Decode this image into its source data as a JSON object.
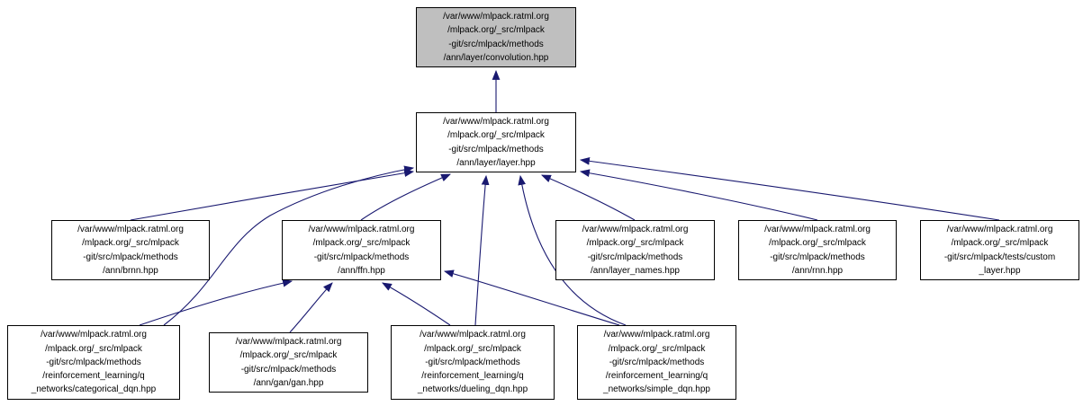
{
  "graph": {
    "type": "include-dependency-graph",
    "colors": {
      "edge": "#191970",
      "node_fill": "#ffffff",
      "root_fill": "#bfbfbf",
      "node_border": "#000000",
      "text": "#000000",
      "background": "#ffffff"
    },
    "nodes": [
      {
        "id": "convolution",
        "label": "/var/www/mlpack.ratml.org\n/mlpack.org/_src/mlpack\n-git/src/mlpack/methods\n/ann/layer/convolution.hpp"
      },
      {
        "id": "layer",
        "label": "/var/www/mlpack.ratml.org\n/mlpack.org/_src/mlpack\n-git/src/mlpack/methods\n/ann/layer/layer.hpp"
      },
      {
        "id": "brnn",
        "label": "/var/www/mlpack.ratml.org\n/mlpack.org/_src/mlpack\n-git/src/mlpack/methods\n/ann/brnn.hpp"
      },
      {
        "id": "ffn",
        "label": "/var/www/mlpack.ratml.org\n/mlpack.org/_src/mlpack\n-git/src/mlpack/methods\n/ann/ffn.hpp"
      },
      {
        "id": "layer_names",
        "label": "/var/www/mlpack.ratml.org\n/mlpack.org/_src/mlpack\n-git/src/mlpack/methods\n/ann/layer_names.hpp"
      },
      {
        "id": "rnn",
        "label": "/var/www/mlpack.ratml.org\n/mlpack.org/_src/mlpack\n-git/src/mlpack/methods\n/ann/rnn.hpp"
      },
      {
        "id": "custom_layer",
        "label": "/var/www/mlpack.ratml.org\n/mlpack.org/_src/mlpack\n-git/src/mlpack/tests/custom\n_layer.hpp"
      },
      {
        "id": "categorical_dqn",
        "label": "/var/www/mlpack.ratml.org\n/mlpack.org/_src/mlpack\n-git/src/mlpack/methods\n/reinforcement_learning/q\n_networks/categorical_dqn.hpp"
      },
      {
        "id": "gan",
        "label": "/var/www/mlpack.ratml.org\n/mlpack.org/_src/mlpack\n-git/src/mlpack/methods\n/ann/gan/gan.hpp"
      },
      {
        "id": "dueling_dqn",
        "label": "/var/www/mlpack.ratml.org\n/mlpack.org/_src/mlpack\n-git/src/mlpack/methods\n/reinforcement_learning/q\n_networks/dueling_dqn.hpp"
      },
      {
        "id": "simple_dqn",
        "label": "/var/www/mlpack.ratml.org\n/mlpack.org/_src/mlpack\n-git/src/mlpack/methods\n/reinforcement_learning/q\n_networks/simple_dqn.hpp"
      }
    ],
    "edges": [
      {
        "from": "layer",
        "to": "convolution"
      },
      {
        "from": "brnn",
        "to": "layer"
      },
      {
        "from": "ffn",
        "to": "layer"
      },
      {
        "from": "layer_names",
        "to": "layer"
      },
      {
        "from": "rnn",
        "to": "layer"
      },
      {
        "from": "custom_layer",
        "to": "layer"
      },
      {
        "from": "categorical_dqn",
        "to": "layer"
      },
      {
        "from": "dueling_dqn",
        "to": "layer"
      },
      {
        "from": "simple_dqn",
        "to": "layer"
      },
      {
        "from": "categorical_dqn",
        "to": "ffn"
      },
      {
        "from": "gan",
        "to": "ffn"
      },
      {
        "from": "dueling_dqn",
        "to": "ffn"
      },
      {
        "from": "simple_dqn",
        "to": "ffn"
      }
    ]
  }
}
